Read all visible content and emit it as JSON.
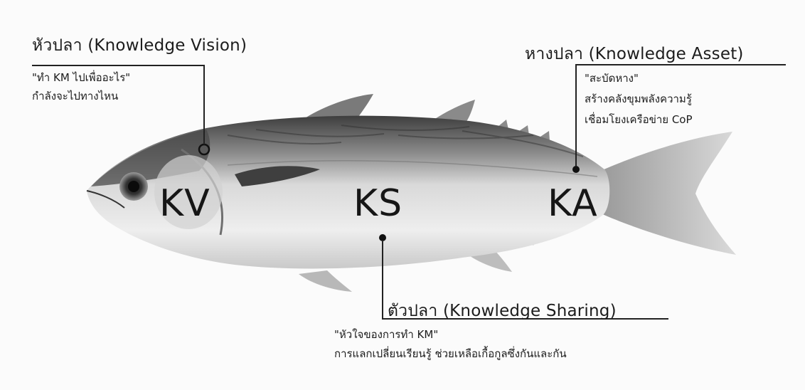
{
  "head": {
    "title": "หัวปลา (Knowledge Vision)",
    "line1": "\"ทำ KM ไปเพื่ออะไร\"",
    "line2": "กำลังจะไปทางไหน",
    "abbr": "KV"
  },
  "body": {
    "title": "ตัวปลา (Knowledge Sharing)",
    "line1": "\"หัวใจของการทำ KM\"",
    "line2": "การแลกเปลี่ยนเรียนรู้ ช่วยเหลือเกื้อกูลซึ่งกันและกัน",
    "abbr": "KS"
  },
  "tail": {
    "title": "หางปลา (Knowledge Asset)",
    "line1": "\"สะบัดหาง\"",
    "line2": "สร้างคลังขุมพลังความรู้",
    "line3": "เชื่อมโยงเครือข่าย CoP",
    "abbr": "KA"
  }
}
